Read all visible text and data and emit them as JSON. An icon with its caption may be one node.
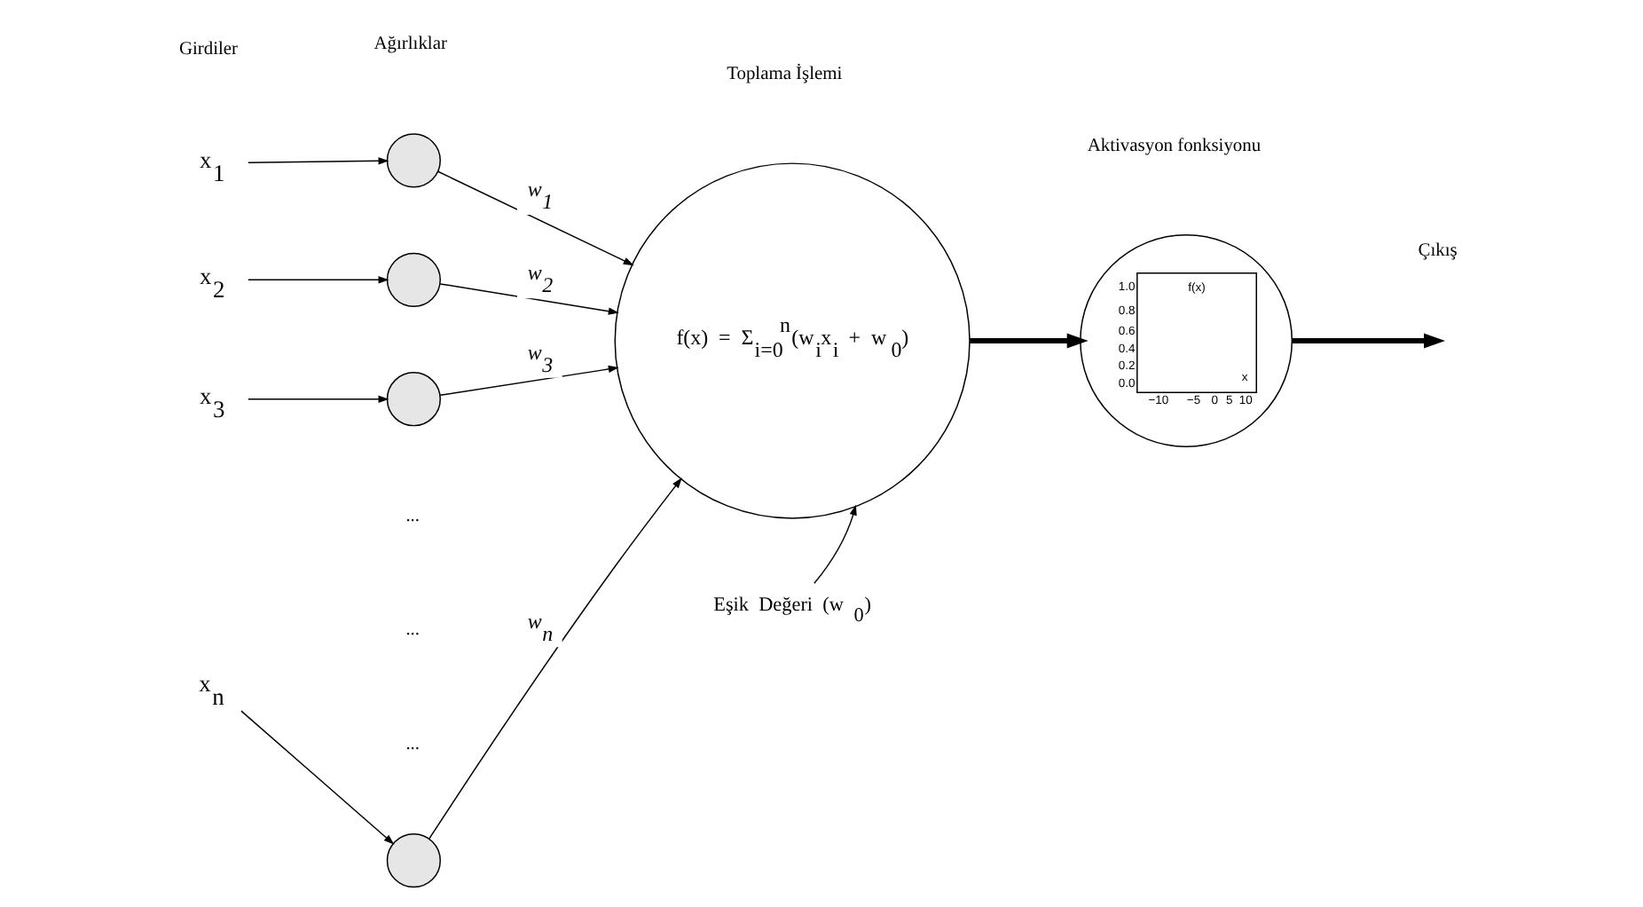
{
  "diagram": {
    "nodes": [
      {
        "text": [
          "x$_{1}$"
        ]
      },
      {
        "text": [
          "x$_{2}$"
        ]
      },
      {
        "text": [
          "x$_{3}$"
        ]
      },
      {
        "text": [
          "x$_{n}$"
        ]
      },
      {
        "text": [],
        "shape": "circle"
      },
      {
        "text": [],
        "shape": "circle"
      },
      {
        "text": [],
        "shape": "circle"
      },
      {
        "text": [],
        "shape": "circle"
      },
      {
        "text": [
          "f(x) = Σ$_{i=0}$$^{n}$(w$_{i}$x$_{i}$ + w$_{0}$)"
        ]
      },
      {
        "text": [
          "1.0",
          "0.8",
          "0.6",
          "0.4",
          "0.2",
          "0.0",
          "f(x)",
          "x",
          "−10",
          "−5",
          "0",
          "5",
          "10"
        ]
      },
      {
        "text": [
          "Eşik Değeri (w$_{0}$)"
        ]
      }
    ],
    "edges": [
      {
        "from": 0,
        "to": 4,
        "arrow": "to"
      },
      {
        "from": 1,
        "to": 5,
        "arrow": "to"
      },
      {
        "from": 2,
        "to": 6,
        "arrow": "to"
      },
      {
        "from": 3,
        "to": 7,
        "arrow": "to"
      },
      {
        "from": 4,
        "to": 8,
        "arrow": "to",
        "label": "w$_{1}$"
      },
      {
        "from": 5,
        "to": 8,
        "arrow": "to",
        "label": "w$_{2}$"
      },
      {
        "from": 6,
        "to": 8,
        "arrow": "to",
        "label": "w$_{3}$"
      },
      {
        "from": 7,
        "to": 8,
        "arrow": "to",
        "label": "w$_{n}$"
      },
      {
        "from": 10,
        "to": 8,
        "arrow": "to"
      },
      {
        "from": 8,
        "to": 9,
        "arrow": "to",
        "style": "thick"
      },
      {
        "from": 9,
        "to": null,
        "arrow": "to",
        "style": "thick"
      }
    ],
    "labels": [
      "Girdiler",
      "Ağırlıklar",
      "Toplama İşlemi",
      "Aktivasyon fonksiyonu",
      "Çıkış",
      "...",
      "...",
      "..."
    ]
  }
}
